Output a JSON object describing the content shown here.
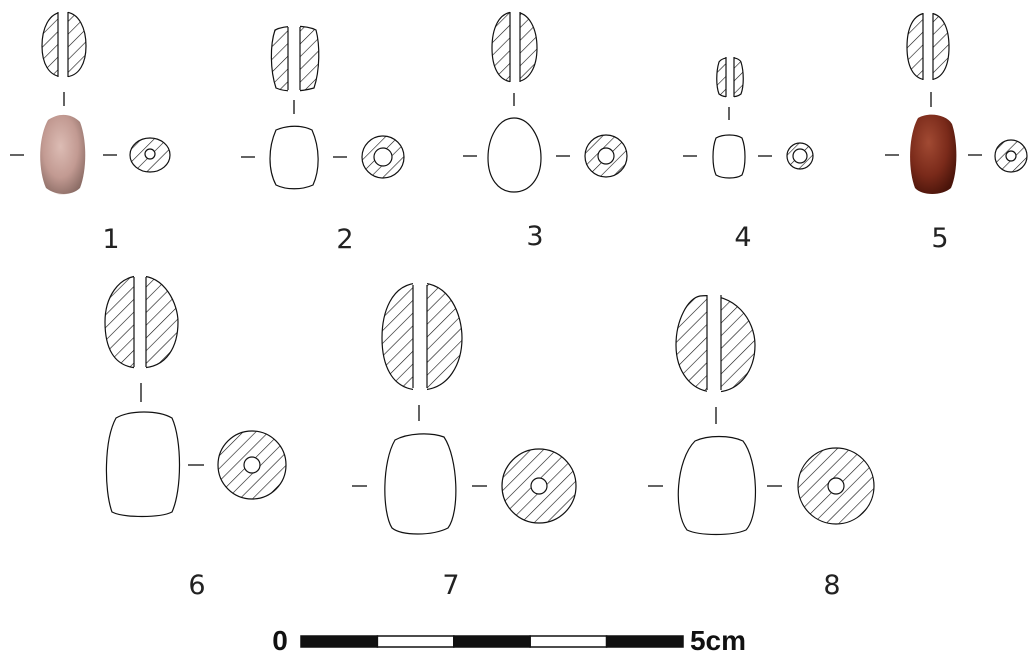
{
  "figure": {
    "beads": [
      {
        "label": "1",
        "colour": "#c7a39c",
        "photo": true
      },
      {
        "label": "2",
        "photo": false
      },
      {
        "label": "3",
        "photo": false
      },
      {
        "label": "4",
        "photo": false
      },
      {
        "label": "5",
        "colour": "#7a2a1a",
        "photo": true
      },
      {
        "label": "6",
        "photo": false
      },
      {
        "label": "7",
        "photo": false
      },
      {
        "label": "8",
        "photo": false
      }
    ],
    "scale": {
      "start_label": "0",
      "end_label": "5cm",
      "segments": 5
    }
  }
}
